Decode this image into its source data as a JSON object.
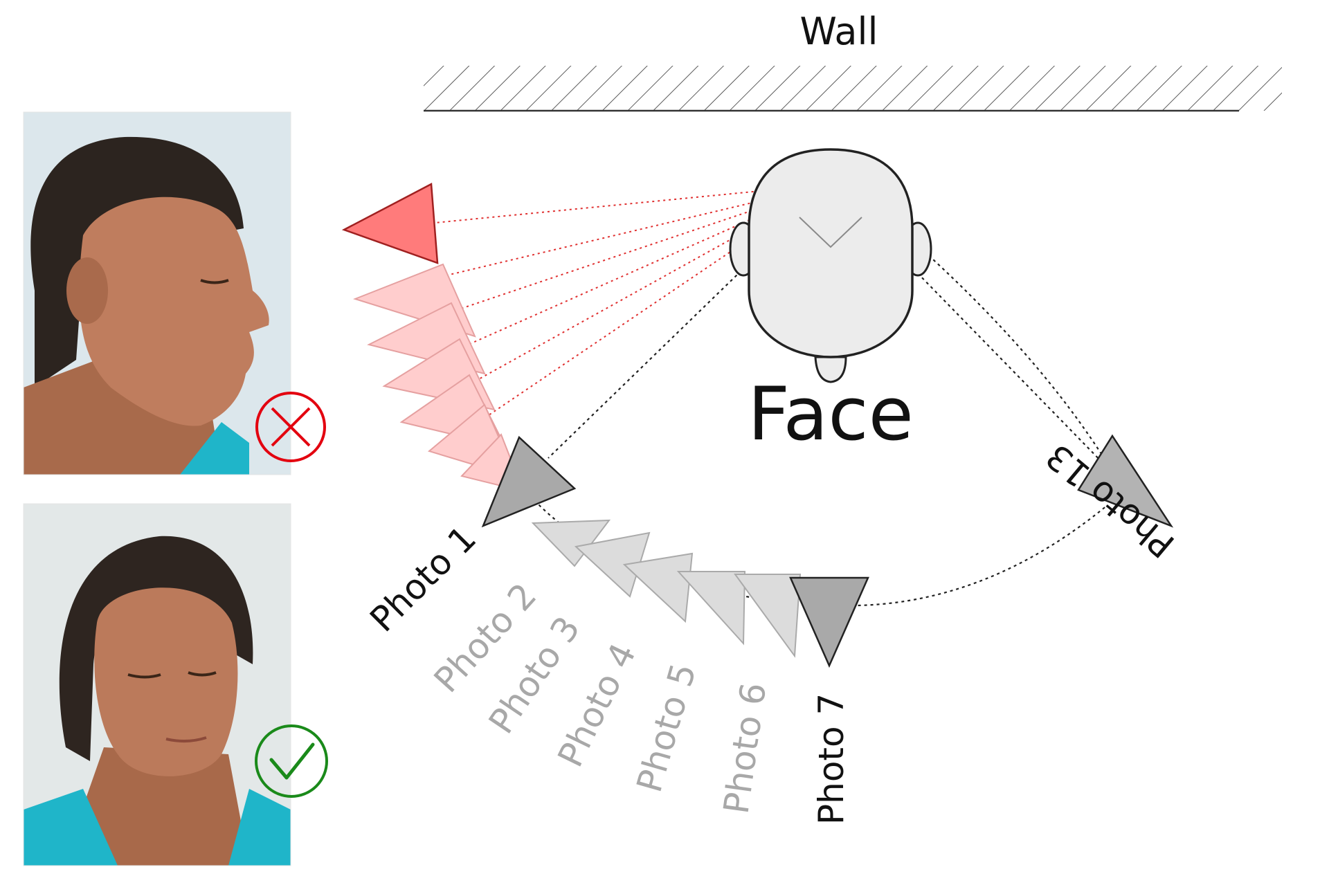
{
  "wall_label": "Wall",
  "face_label": "Face",
  "photo_labels": {
    "p1": "Photo 1",
    "p2": "Photo 2",
    "p3": "Photo 3",
    "p4": "Photo 4",
    "p5": "Photo 5",
    "p6": "Photo 6",
    "p7": "Photo 7",
    "p13": "Photo 13"
  },
  "examples": [
    {
      "id": "profile-photo",
      "status": "incorrect",
      "status_icon": "cross-icon",
      "color": "#e3000f"
    },
    {
      "id": "frontal-tilted-photo",
      "status": "correct",
      "status_icon": "check-icon",
      "color": "#1a8a1a"
    }
  ],
  "colors": {
    "wrong_camera": "#ff7b7b",
    "wrong_camera_faded": "#ffc9c9",
    "key_camera": "#a9a9a9",
    "intermediate_camera": "#dcdcdc",
    "ray_red": "#e03030",
    "ray_black": "#222222",
    "label_black": "#111111",
    "label_grey": "#a8a8a8"
  }
}
